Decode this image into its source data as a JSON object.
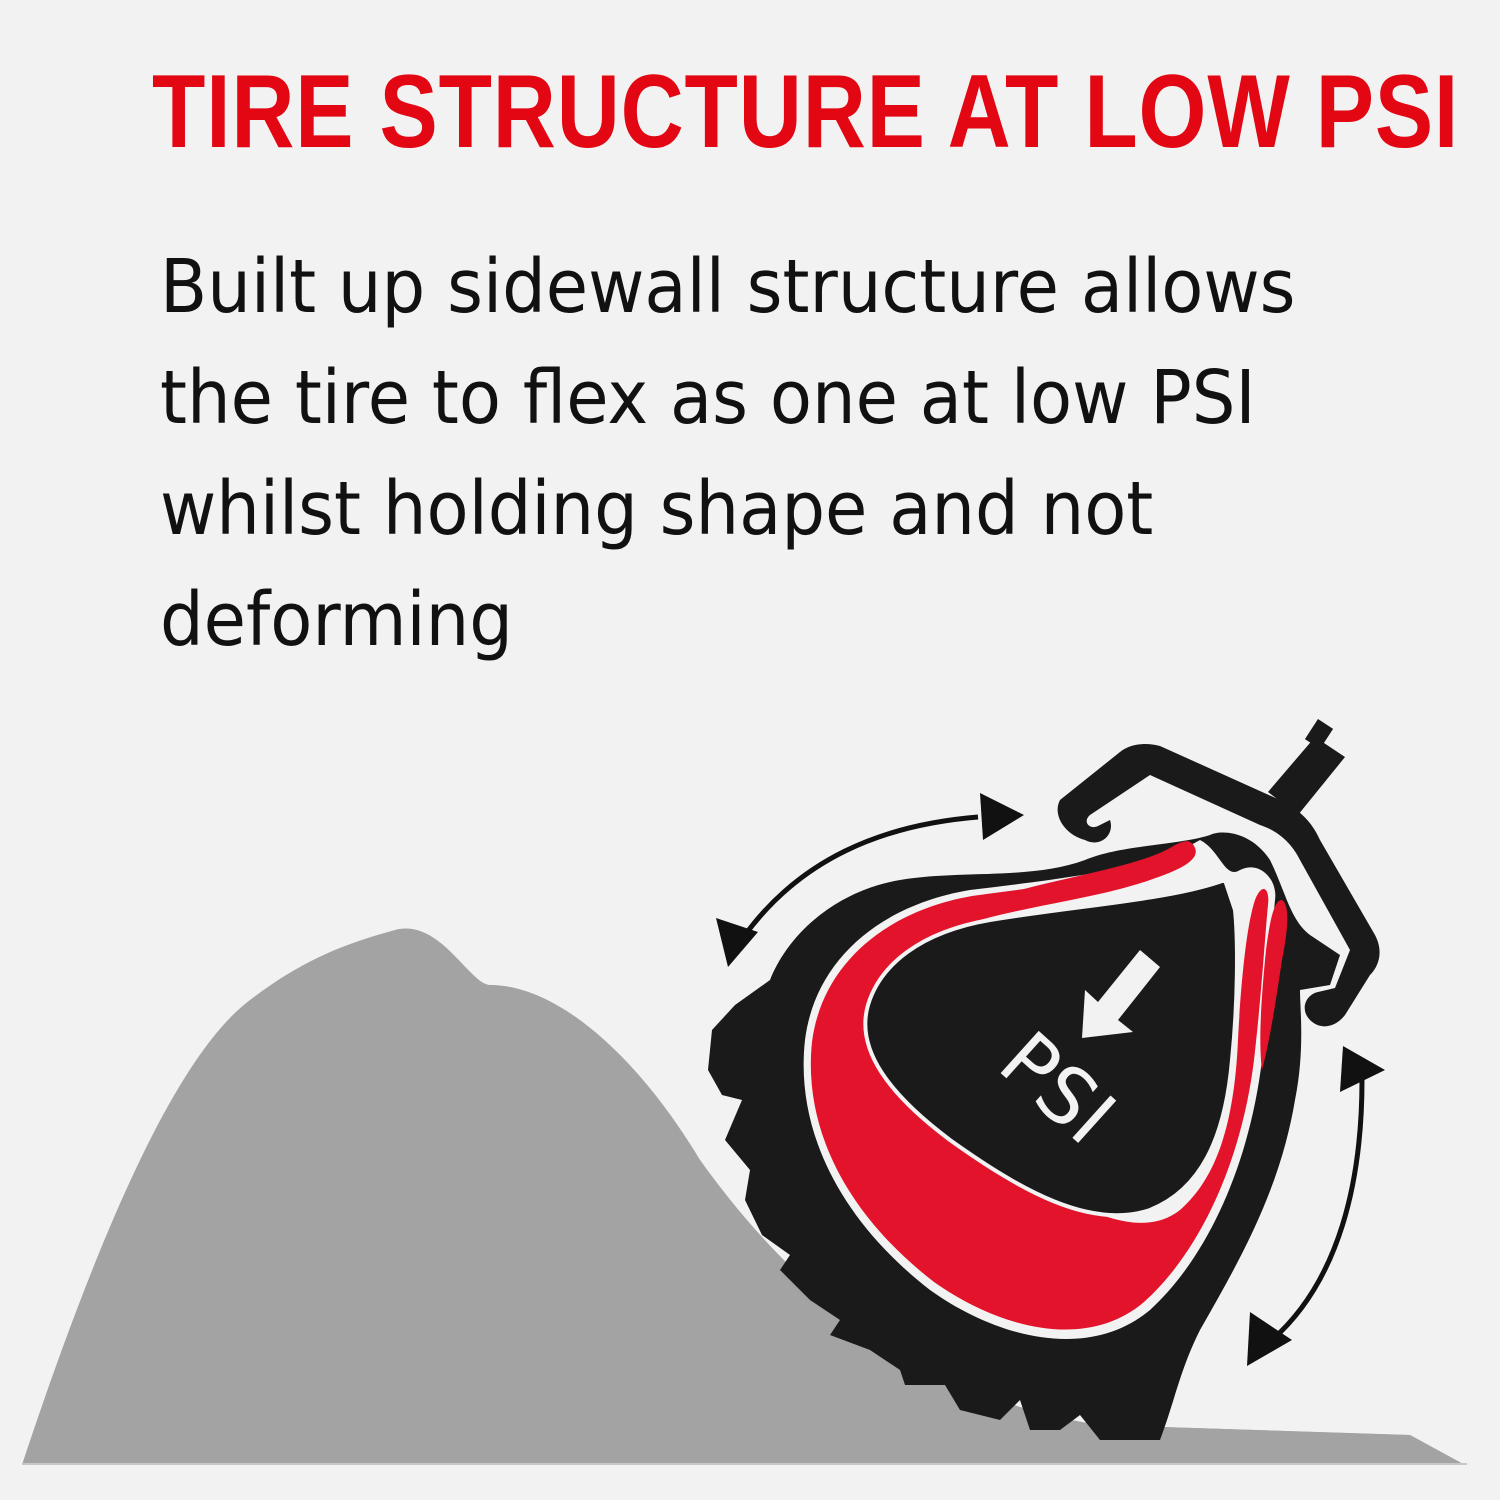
{
  "title": "TIRE STRUCTURE AT LOW PSI",
  "description": {
    "lines": [
      "Built up sidewall structure allows",
      "the tire to flex as one at low PSI",
      "whilst holding shape and not",
      "deforming"
    ]
  },
  "illustration": {
    "pressure_label": "PSI",
    "elements": [
      "terrain-hill",
      "tire-cross-section",
      "rim",
      "valve-stem",
      "pressure-arrow",
      "flex-arrow-upper-left",
      "flex-arrow-right"
    ]
  },
  "colors": {
    "background": "#f2f2f2",
    "title": "#e30613",
    "tire": "#1a1a1a",
    "sidewall_insert": "#e3132c",
    "terrain": "#a3a3a3",
    "text": "#111111"
  }
}
